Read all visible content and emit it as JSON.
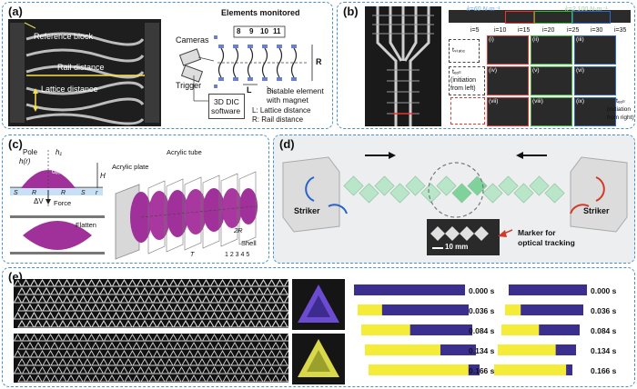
{
  "panels": {
    "a": {
      "label": "(a)",
      "reference_block": "Reference block",
      "rail_distance": "Rail distance",
      "lattice_distance": "Lattice distance",
      "elements_monitored": "Elements monitored",
      "element_numbers": [
        "8",
        "9",
        "10",
        "11"
      ],
      "cameras": "Cameras",
      "trigger": "Trigger",
      "bistable": "Bistable element",
      "with_magnet": "with magnet",
      "dic_software_line1": "3D DIC",
      "dic_software_line2": "software",
      "L_def": "L: Lattice distance",
      "R_def": "R: Rail distance",
      "L": "L",
      "R": "R"
    },
    "b": {
      "label": "(b)",
      "k_left": "k=60 N·m⁻¹",
      "k_right": "k=2 100 N·m⁻¹",
      "i_labels": [
        "i=5",
        "i=10",
        "i=15",
        "i=20",
        "i=25",
        "i=30",
        "i=35"
      ],
      "t_state": "tₛₜₐₜₑ",
      "t_line1": "tₑₒₗₗ",
      "t_line2": "(initiation",
      "t_line3": "from left)",
      "t_right1": "tₑₒₗₗ",
      "t_right2": "(initiation",
      "t_right3": "from right)",
      "frame_labels": [
        "(i)",
        "(ii)",
        "(iii)",
        "(iv)",
        "(v)",
        "(vi)",
        "(vii)",
        "(viii)",
        "(ix)"
      ]
    },
    "c": {
      "label": "(c)",
      "pole": "Pole",
      "h_r": "h(r)",
      "h1": "h₁",
      "u_dome": "uₑₒₘₑ",
      "H": "H",
      "force": "Force",
      "dV": "ΔV",
      "S": "S",
      "R": "R",
      "r": "r",
      "flatten": "Flatten",
      "acrylic_plate": "Acrylic plate",
      "acrylic_tube": "Acrylic tube",
      "two_R": "2R",
      "shell": "Shell",
      "shell_numbers": "1  2  3  4  5",
      "axis_label": "T"
    },
    "d": {
      "label": "(d)",
      "striker_left": "Striker",
      "striker_right": "Striker",
      "marker_line1": "Marker for",
      "marker_line2": "optical tracking",
      "scale": "10 mm"
    },
    "e": {
      "label": "(e)",
      "times_left": [
        "0.000 s",
        "0.036 s",
        "0.084 s",
        "0.134 s",
        "0.166 s"
      ],
      "times_right": [
        "0.000 s",
        "0.036 s",
        "0.084 s",
        "0.134 s",
        "0.166 s"
      ]
    }
  },
  "colors": {
    "panel_border": "#4a90c8",
    "magenta": "#a0309a",
    "green_block": "#b9e6c8",
    "purple_bar": "#3a2f8e",
    "yellow_bar": "#f5ec3a"
  }
}
